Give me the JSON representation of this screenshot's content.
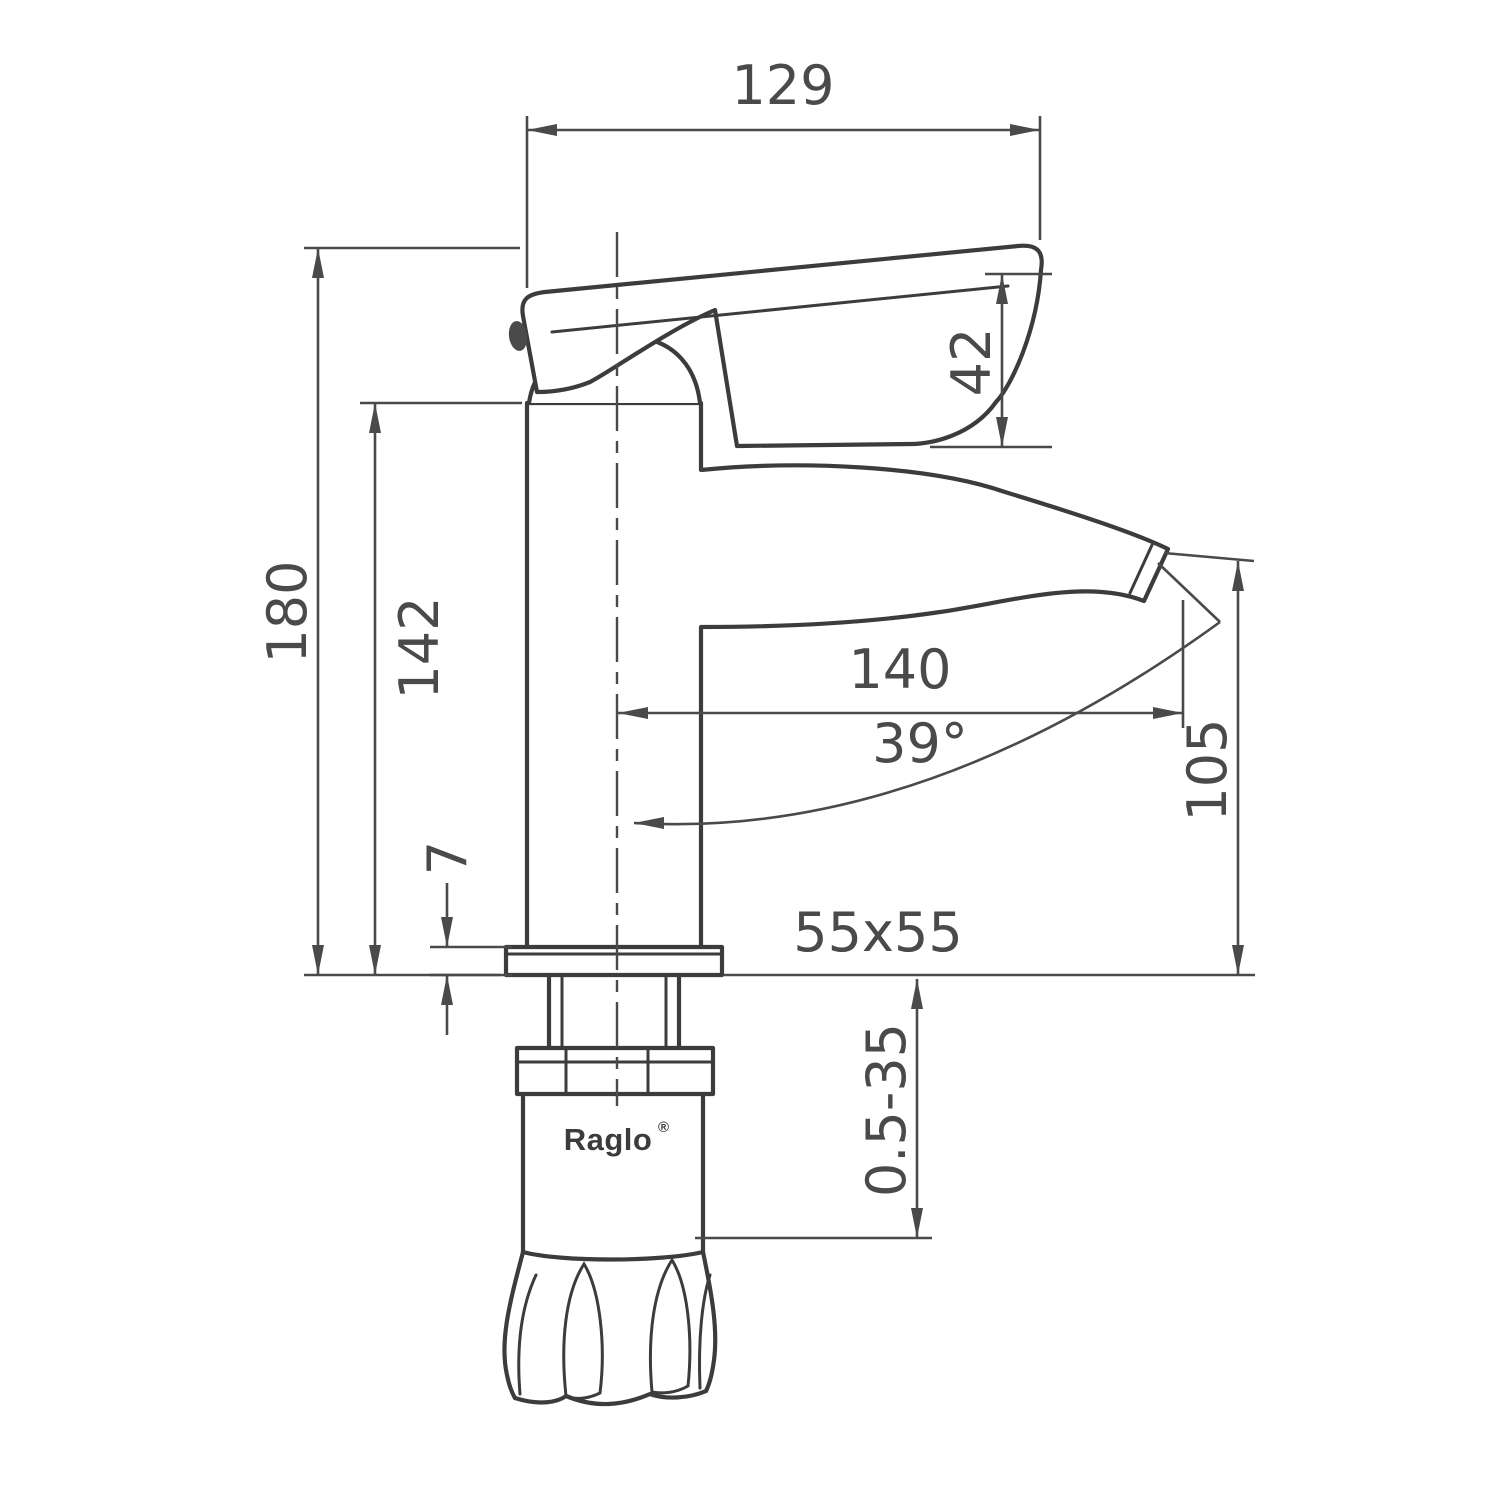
{
  "drawing": {
    "type": "faucet-technical-drawing",
    "brand": {
      "name": "Raglo",
      "mark": "®"
    },
    "dimensions": {
      "top_width": "129",
      "handle_height": "42",
      "total_height": "180",
      "body_height": "142",
      "spout_reach": "140",
      "spout_angle": "39°",
      "spout_outlet_height": "105",
      "base_plate_thickness": "7",
      "base_size": "55x55",
      "mounting_thickness_range": "0.5-35"
    }
  }
}
